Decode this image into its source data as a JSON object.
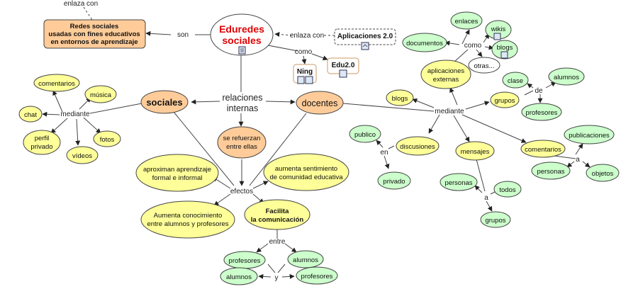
{
  "colors": {
    "yellow": "#ffff99",
    "green": "#ccffcc",
    "orange": "#ffcc99",
    "edge": "#444444",
    "title_red": "#e00000"
  },
  "nodes": {
    "center": {
      "line1": "Eduredes",
      "line2": "sociales"
    },
    "redes": {
      "line1": "Redes sociales",
      "line2": "usadas con fines educativos",
      "line3": "en entornos de aprendizaje"
    },
    "aplicaciones": "Aplicaciones 2.0",
    "ning": "Ning",
    "edu20": "Edu2.0",
    "sociales": "sociales",
    "docentes": "docentes",
    "refuerzan": {
      "line1": "se refuerzan",
      "line2": "entre ellas"
    },
    "comentarios_l": "comentarios",
    "musica": "música",
    "chat": "chat",
    "perfil": {
      "line1": "perfil",
      "line2": "privado"
    },
    "videos": "vídeos",
    "fotos": "fotos",
    "aproximan": {
      "line1": "aproximan aprendizaje",
      "line2": "formal e informal"
    },
    "aumenta_sent": {
      "line1": "aumenta sentimiento",
      "line2": "de comunidad educativa"
    },
    "aumenta_con": {
      "line1": "Aumenta conocimiento",
      "line2": "entre alumnos y profesores"
    },
    "facilita": {
      "line1": "Facilita",
      "line2": "la comunicación"
    },
    "profesores_b1": "profesores",
    "alumnos_b1": "alumnos",
    "alumnos_b2": "alumnos",
    "profesores_b2": "profesores",
    "enlaces": "enlaces",
    "wikis": "wikis",
    "documentos": "documentos",
    "blogs_top": "blogs",
    "otras": "otras...",
    "apl_ext": {
      "line1": "aplicaciones",
      "line2": "externas"
    },
    "clase": "clase",
    "alumnos_r": "alumnos",
    "grupos_r": "grupos",
    "profesores_r": "profesores",
    "blogs_m": "blogs",
    "publico": "publico",
    "privado": "privado",
    "discusiones": "discusiones",
    "mensajes": "mensajes",
    "comentarios_r": "comentarios",
    "publicaciones": "publicaciones",
    "personas_r": "personas",
    "objetos": "objetos",
    "personas_m": "personas",
    "todos": "todos",
    "grupos_m": "grupos"
  },
  "links": {
    "enlaza_top": "enlaza con",
    "son": "son",
    "enlaza_con": "enlaza con",
    "como_top": "como",
    "relaciones": {
      "line1": "relaciones",
      "line2": "internas"
    },
    "mediante_l": "mediante",
    "efectos": "efectos",
    "entre": "entre",
    "y": "y",
    "como_r": "como",
    "de": "de",
    "mediante_r": "mediante",
    "en": "en",
    "a_r": "a",
    "a_m": "a"
  }
}
